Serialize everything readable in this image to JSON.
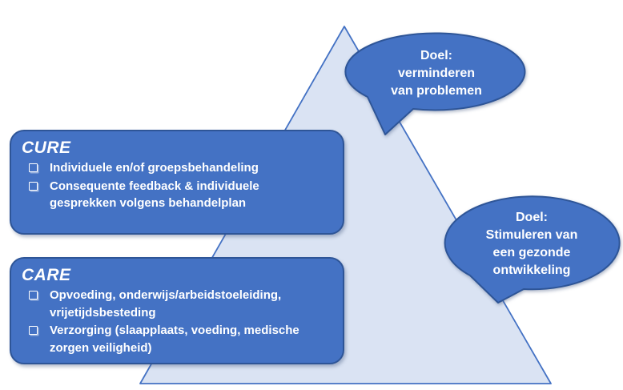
{
  "colors": {
    "shape_fill": "#4472C4",
    "shape_border": "#2E5597",
    "pyramid_fill": "#DAE3F3",
    "pyramid_border": "#4472C4",
    "text": "#FFFFFF",
    "background": "#FFFFFF"
  },
  "icons": {
    "bullet": "hollow-square-bullet-icon"
  },
  "boxes": {
    "cure": {
      "title": "CURE",
      "bullets": [
        "Individuele en/of groepsbehandeling",
        "Consequente feedback & individuele\ngesprekken volgens behandelplan"
      ]
    },
    "care": {
      "title": "CARE",
      "bullets": [
        "Opvoeding, onderwijs/arbeidstoeleiding,\nvrijetijdsbesteding",
        "Verzorging (slaapplaats, voeding, medische\nzorgen veiligheid)"
      ]
    }
  },
  "callouts": {
    "top": {
      "lines": [
        "Doel:",
        "verminderen",
        "van problemen"
      ]
    },
    "right": {
      "lines": [
        "Doel:",
        "Stimuleren van",
        "een gezonde",
        "ontwikkeling"
      ]
    }
  }
}
